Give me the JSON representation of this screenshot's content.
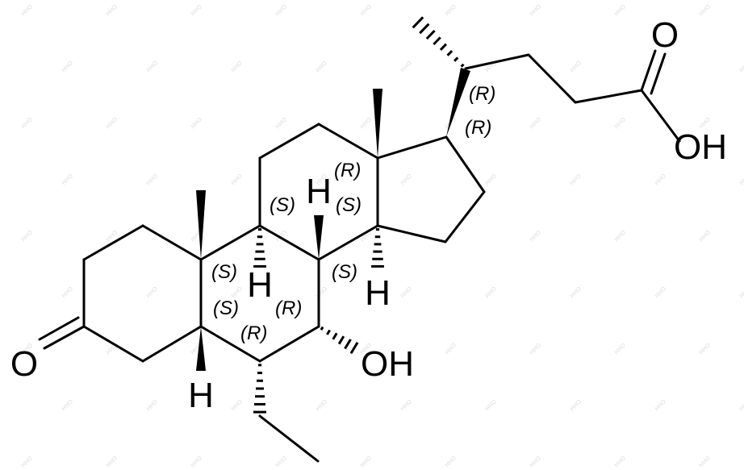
{
  "molecule": {
    "atom_labels": {
      "ketone_o": "O",
      "acid_o": "O",
      "acid_oh": "OH",
      "hydroxyl_7": "OH",
      "h_c5": "H",
      "h_c8": "H",
      "h_c9": "H",
      "h_c14": "H"
    },
    "stereo_labels": {
      "c20": "(R)",
      "c17": "(R)",
      "c13": "(R)",
      "c9": "(S)",
      "c8": "(S)",
      "c10": "(S)",
      "c14": "(S)",
      "c5": "(S)",
      "c7": "(R)",
      "c6": "(R)"
    }
  },
  "watermark": {
    "text": "HHO"
  }
}
